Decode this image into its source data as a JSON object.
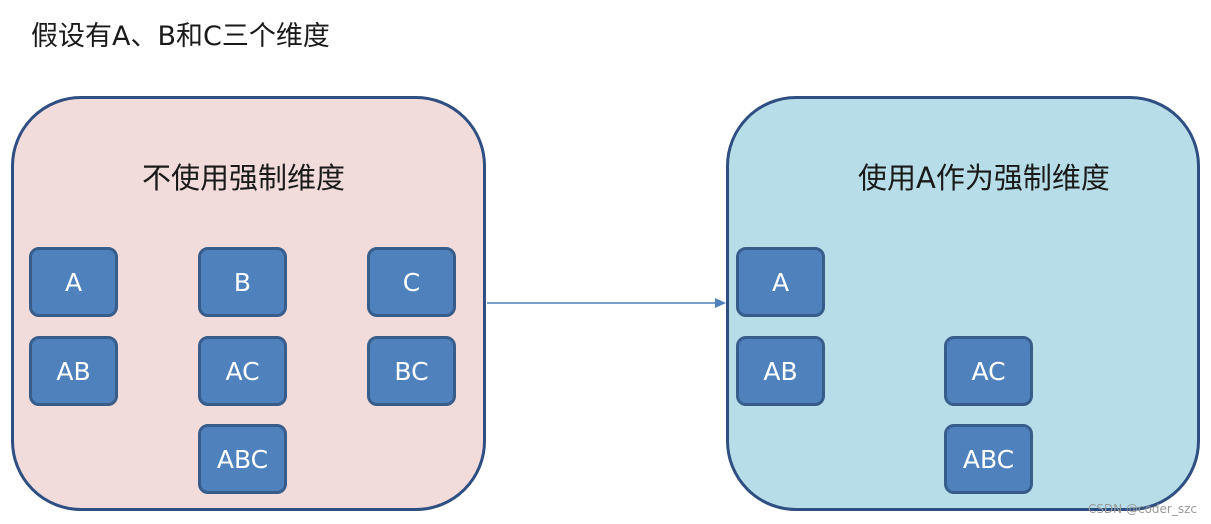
{
  "title": "假设有A、B和C三个维度",
  "left_panel": {
    "title": "不使用强制维度",
    "boxes": [
      "A",
      "B",
      "C",
      "AB",
      "AC",
      "BC",
      "ABC"
    ]
  },
  "right_panel": {
    "title": "使用A作为强制维度",
    "boxes": [
      "A",
      "AB",
      "AC",
      "ABC"
    ]
  },
  "watermark": "CSDN @coder_szc",
  "colors": {
    "left_panel_fill": "#f2dcdb",
    "right_panel_fill": "#b7dde8",
    "panel_border": "#2f4f82",
    "box_fill": "#4f81bd",
    "box_border": "#385d8a",
    "arrow": "#4f81bd"
  }
}
